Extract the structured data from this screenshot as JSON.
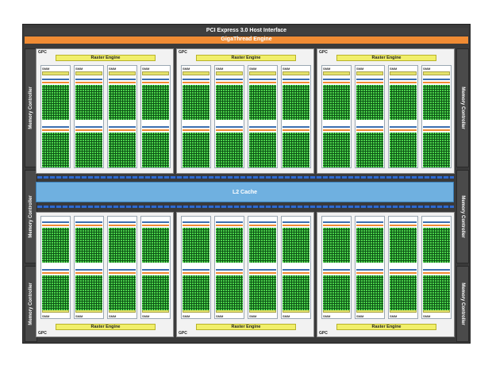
{
  "diagram": {
    "host_interface": "PCI Express 3.0 Host Interface",
    "giga_thread": "GigaThread Engine",
    "l2_cache": "L2 Cache",
    "memory_controllers": [
      "Memory Controller",
      "Memory Controller",
      "Memory Controller",
      "Memory Controller",
      "Memory Controller",
      "Memory Controller"
    ],
    "gpcs": [
      {
        "label": "GPC",
        "raster": "Raster Engine",
        "sms": [
          "SMM",
          "SMM",
          "SMM",
          "SMM"
        ]
      },
      {
        "label": "GPC",
        "raster": "Raster Engine",
        "sms": [
          "SMM",
          "SMM",
          "SMM",
          "SMM"
        ]
      },
      {
        "label": "GPC",
        "raster": "Raster Engine",
        "sms": [
          "SMM",
          "SMM",
          "SMM",
          "SMM"
        ]
      },
      {
        "label": "GPC",
        "raster": "Raster Engine",
        "sms": [
          "SMM",
          "SMM",
          "SMM",
          "SMM"
        ]
      },
      {
        "label": "GPC",
        "raster": "Raster Engine",
        "sms": [
          "SMM",
          "SMM",
          "SMM",
          "SMM"
        ]
      },
      {
        "label": "GPC",
        "raster": "Raster Engine",
        "sms": [
          "SMM",
          "SMM",
          "SMM",
          "SMM"
        ]
      }
    ],
    "colors": {
      "giga_thread": "#f08b33",
      "raster_engine": "#f1ef6a",
      "cuda_cores": "#3fbf3a",
      "l2_cache": "#6fb0e0",
      "chip_frame": "#3a3a3a"
    }
  }
}
